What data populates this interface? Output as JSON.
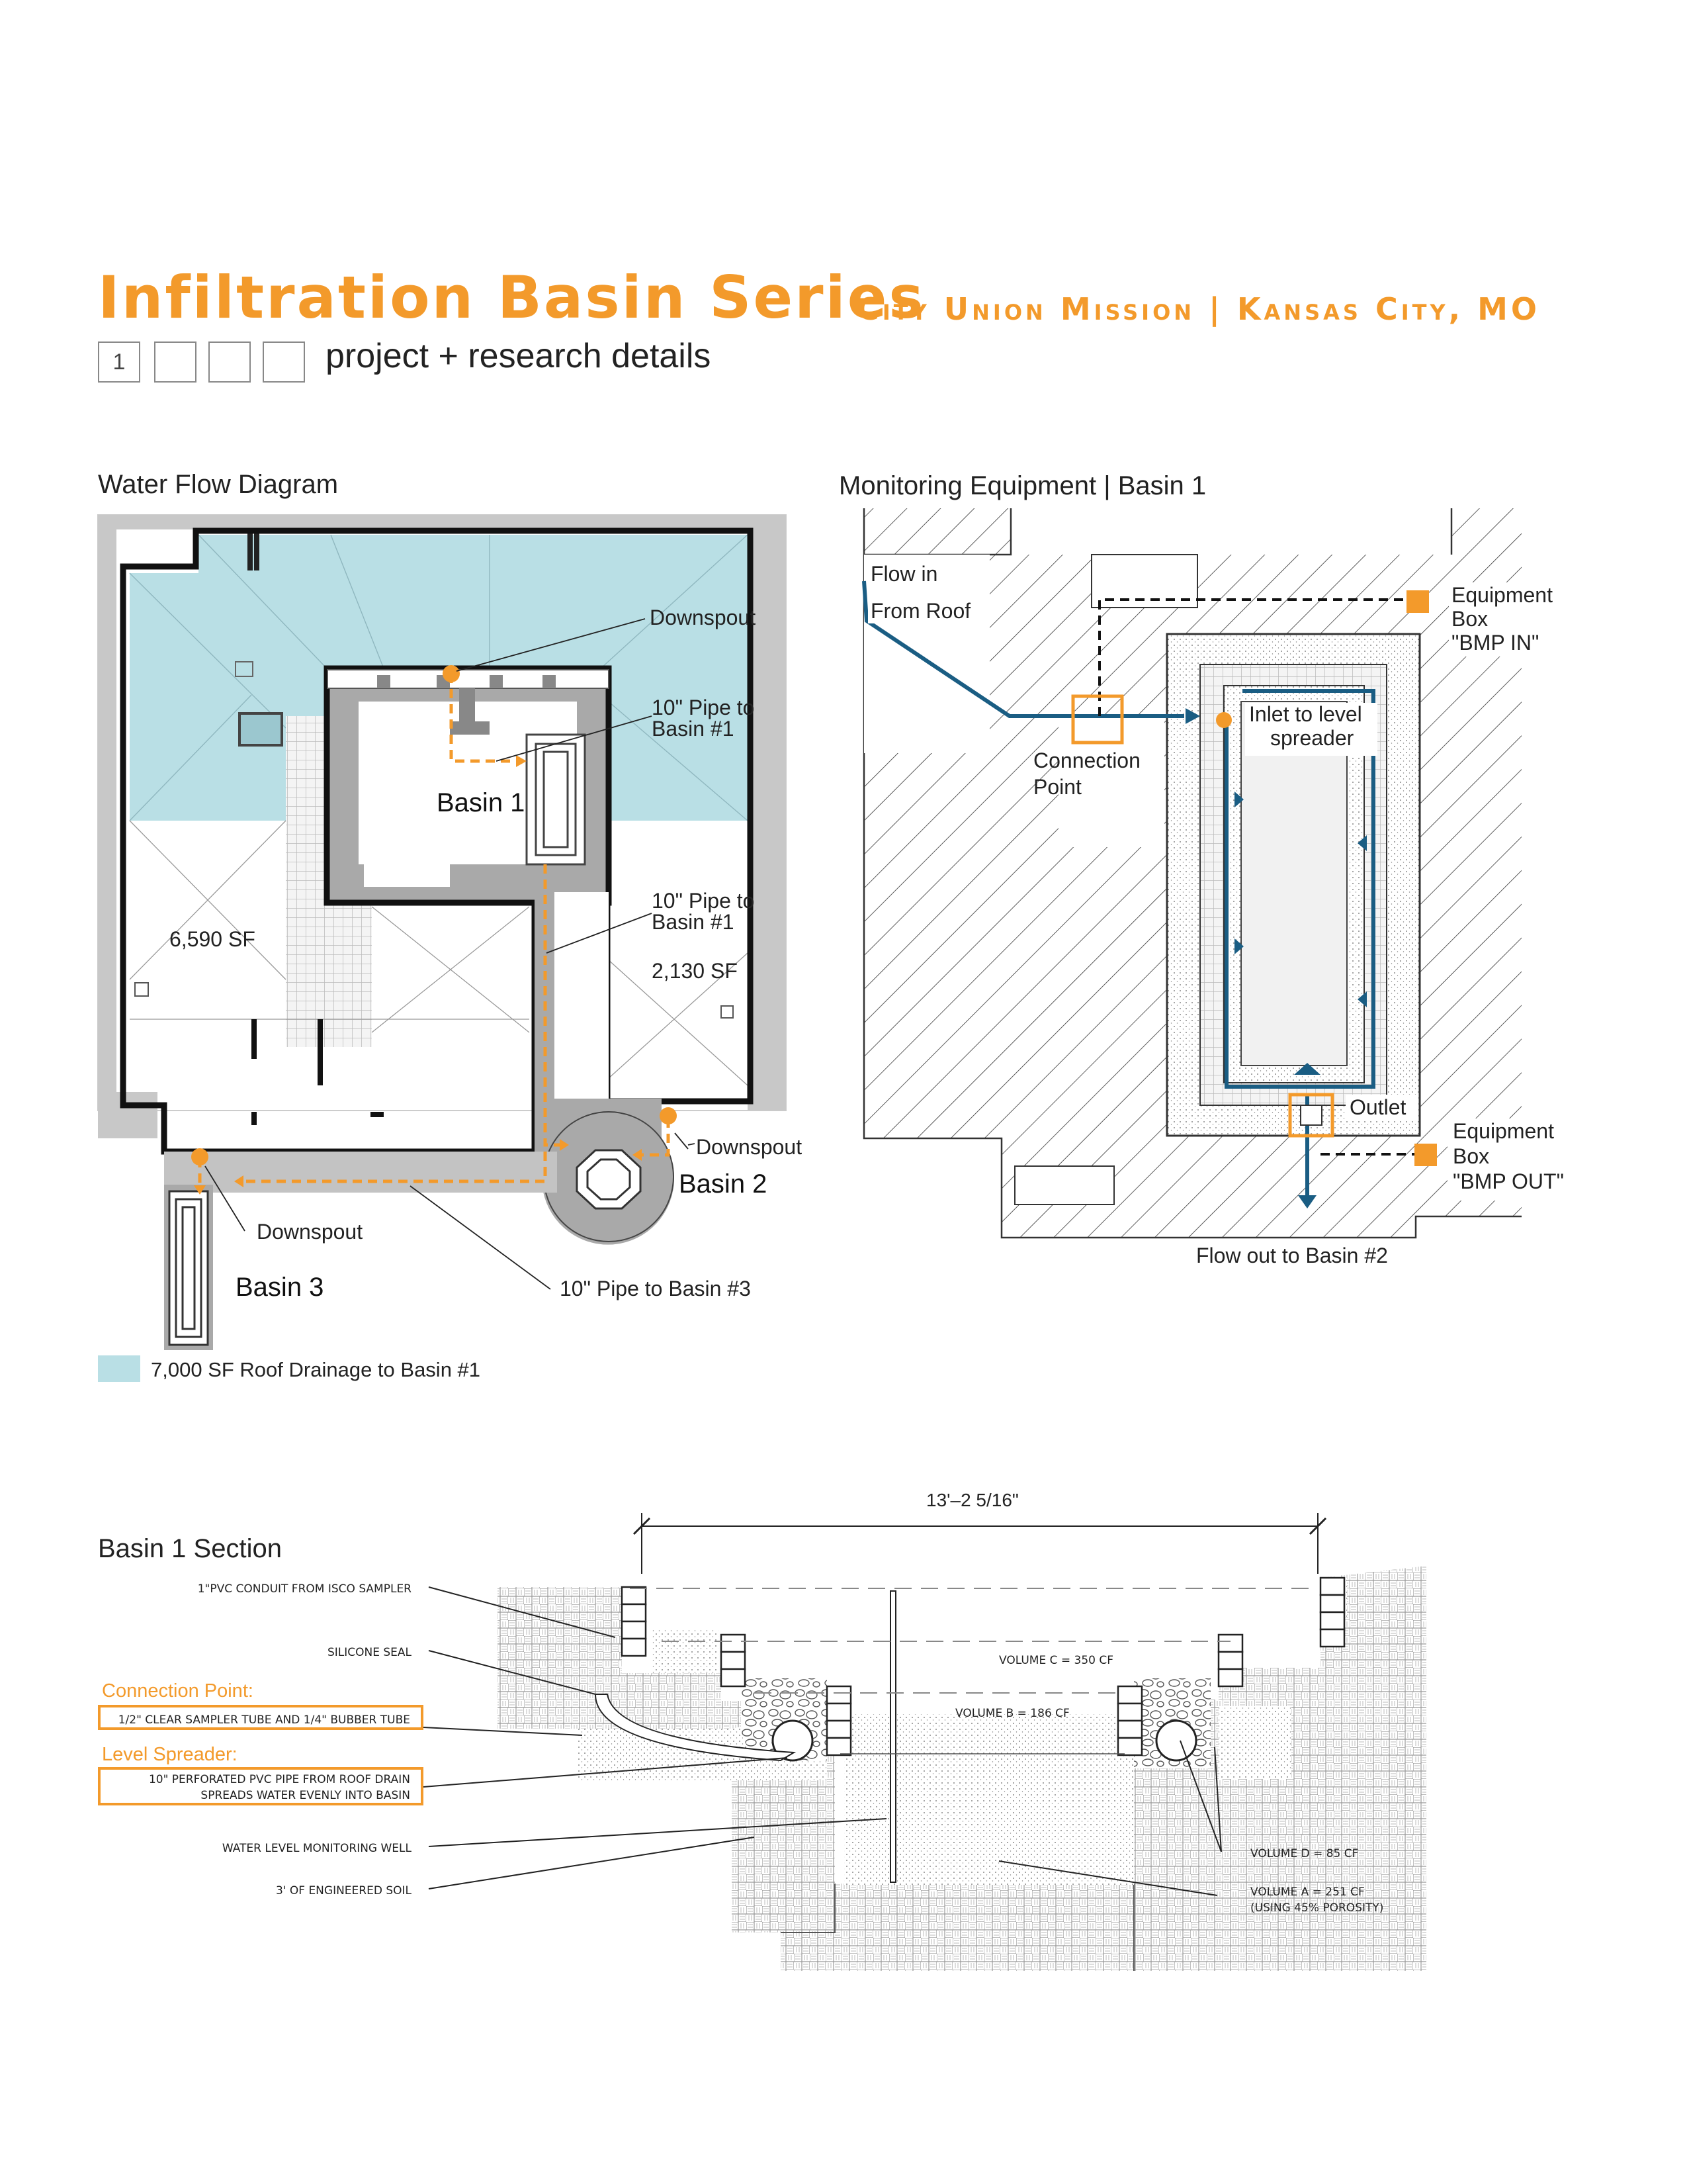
{
  "header": {
    "title": "Infiltration Basin Series",
    "location": "City Union Mission | Kansas City, MO",
    "page_boxes": [
      "1",
      "",
      "",
      ""
    ],
    "subtitle": "project + research details"
  },
  "water_flow": {
    "heading": "Water Flow Diagram",
    "labels": {
      "downspout_top": "Downspout",
      "pipe1a_l1": "10\" Pipe to",
      "pipe1a_l2": "Basin #1",
      "basin1": "Basin 1",
      "pipe1b_l1": "10\" Pipe to",
      "pipe1b_l2": "Basin #1",
      "area_left": "6,590 SF",
      "area_right": "2,130 SF",
      "downspout_right": "Downspout",
      "basin2": "Basin 2",
      "downspout_left": "Downspout",
      "basin3": "Basin 3",
      "pipe3": "10\" Pipe to Basin #3"
    },
    "legend": "7,000 SF Roof Drainage to  Basin #1",
    "colors": {
      "roof": "#b9dfe5",
      "pipe": "#f39a2b",
      "wall": "#9b9b9b"
    }
  },
  "monitoring": {
    "heading": "Monitoring Equipment | Basin 1",
    "labels": {
      "flow_in_l1": "Flow in",
      "flow_in_l2": "From Roof",
      "equip_in_l1": "Equipment",
      "equip_in_l2": "Box",
      "equip_in_l3": "\"BMP IN\"",
      "inlet_l1": "Inlet to level",
      "inlet_l2": "spreader",
      "conn_l1": "Connection",
      "conn_l2": "Point",
      "outlet": "Outlet",
      "equip_out_l1": "Equipment",
      "equip_out_l2": "Box",
      "equip_out_l3": "\"BMP OUT\"",
      "flow_out": "Flow out to Basin #2"
    },
    "colors": {
      "flow": "#1a5d83",
      "equipment": "#f39a2b"
    }
  },
  "section": {
    "heading": "Basin 1 Section",
    "dimension": "13'–2  5/16\"",
    "labels": {
      "conduit": "1\"PVC CONDUIT FROM ISCO SAMPLER",
      "silicone": "SILICONE SEAL",
      "connection_title": "Connection Point:",
      "connection_text": "1/2\" CLEAR SAMPLER TUBE AND 1/4\" BUBBER TUBE",
      "spreader_title": "Level Spreader:",
      "spreader_l1": "10\" PERFORATED PVC PIPE FROM ROOF DRAIN",
      "spreader_l2": "SPREADS WATER EVENLY INTO BASIN",
      "well": "WATER LEVEL MONITORING WELL",
      "soil": "3' OF ENGINEERED SOIL",
      "vol_c": "VOLUME C = 350 CF",
      "vol_b": "VOLUME B = 186 CF",
      "vol_d": "VOLUME D = 85 CF",
      "vol_a_l1": "VOLUME A = 251 CF",
      "vol_a_l2": "(USING 45% POROSITY)"
    }
  }
}
